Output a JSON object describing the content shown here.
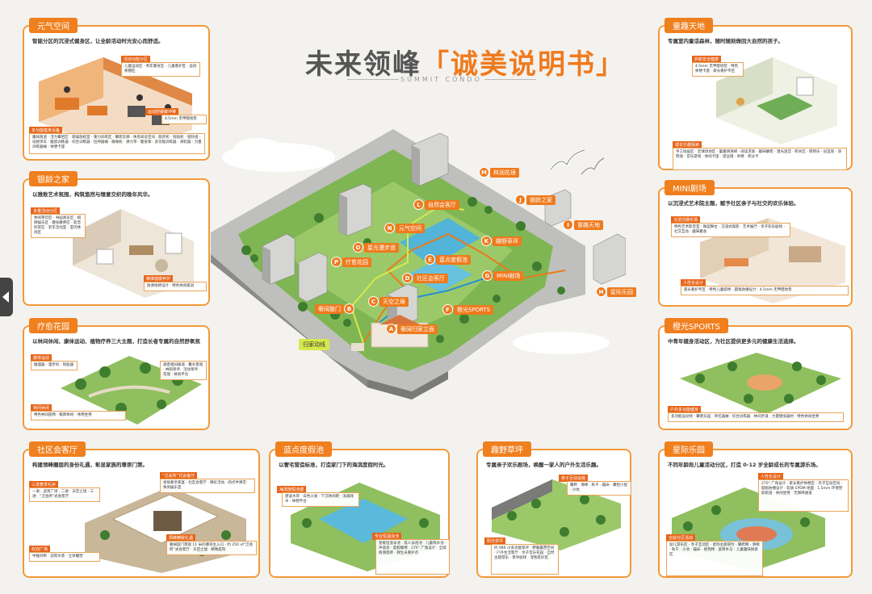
{
  "title": {
    "main": "未来领峰",
    "accent": "「诚美说明书」",
    "sub": "SUMMIT CONDO"
  },
  "panels": {
    "yuanqi": {
      "tag": "元气空间",
      "desc": "智能分区的沉浸式健身区，让全龄活动时光安心而舒适。",
      "labels": [
        "活动功能分区",
        "运动舒缓缓冲带",
        "多功能健身设备"
      ],
      "boxes": [
        "儿童运动区 · 青年健身区 · 儿童看护区 · 运动休憩区",
        "4.5mm 无甲醛地垫",
        "趣味跑道 · 活力攀岩区 · 瑜伽放松室 · 重力训练区 · 攀爬云梯 · 休息阅览空间 · 跑步机 · 划船机 · 哑铃组 · 动感单车 · 腹肌训练器 · 综合训练器 · 拉伸器械 · 跳绳机 · 弹力带 · 健身球 · 多功能训练器 · 滑轮器 · 力量训练器械 · 休憩卡座"
      ]
    },
    "yinling": {
      "tag": "银龄之家",
      "desc": "以雅致艺术氛围，构筑悠然与惬意交织的晚年风华。",
      "labels": [
        "多重活动分区",
        "精准健康养护"
      ],
      "boxes": [
        "休闲茶饮区 · 书画阅览区 · 棋牌娱乐区 · 健身康养区 · 影音欣赏区 · 老年活动室 · 室内休闲区",
        "防滑地砖设计 · 特色休闲家具"
      ]
    },
    "liaoyu": {
      "tag": "疗愈花园",
      "desc": "以林间休闲、康体运动、植物疗养三大主题，打造长者专属的自然舒氧氛围。",
      "labels": [
        "康体运动",
        "林间休闲"
      ],
      "boxes": [
        "推理器 · 漫步机 · 划船器",
        "疏密相间廊道 · 叠水景观 · 林荫草坪 · 活动草坪 · 花境 · 休闲平台",
        "特色林间座椅 · 棋牌休闲 · 休憩坐凳"
      ]
    },
    "shequ": {
      "tag": "社区会客厅",
      "desc": "构建领峰圈层的身份礼遇，彰显家族的尊崇门第。",
      "labels": [
        "三进奢享礼序",
        "“泛会所”式会客厅",
        "欢迎广场",
        "领峰精致礼遇"
      ],
      "boxes": [
        "一进：迎宾广场 · 二进：天空之境 · 三进：“泛会所”式会客厅",
        "星级奢享家宴 · 社区会客厅 · 精彩活动 · 四点半课堂 · 休闲娱乐室",
        "中轴对称 · 迎宾水景 · 立体雕塑",
        "奢阔旋门景观 11 米的尊崇主入口 · 约 250 ㎡“泛会所”式会客厅 · 天空之境 · 精致庭院"
      ]
    },
    "landian": {
      "tag": "蓝点度假池",
      "desc": "以奢宅营造标准，打造家门下的海滨度假时光。",
      "labels": [
        "海滨度假池塘",
        "专业恒温泳池"
      ],
      "boxes": [
        "碧波水岸 · 白色沙滩 · 下沉休闲吧 · 浅滩戏水 · 休憩平台",
        "星级恒温泳池 · 成人泳道池 · 儿童戏水池 · 冲浪池 · 度假躺椅 · 270° 广角设计 · 全域防滑瓷砖 · 救生员看护点"
      ]
    },
    "quye": {
      "tag": "趣野草坪",
      "desc": "专属亲子欢乐剧场，唤醒一家人的户外生活乐趣。",
      "labels": [
        "亲子互动设施",
        "阳光草坪"
      ],
      "boxes": [
        "攀爬 · 滑梯 · 秋千 · 蹦床 · 攀岩小屋 · 沙坑",
        "约 980 ㎡多功能草坪 · 野餐露营空间 · 户外生活客厅 · 亲子音乐花园 · 自然主题游乐 · 草坪剧场 · 宠物友好区"
      ]
    },
    "tongqu": {
      "tag": "童趣天地",
      "desc": "专属室内童话森林，随时随刻做回大自然的孩子。",
      "labels": [
        "护航安全健康",
        "成长乐趣探索"
      ],
      "boxes": [
        "4.5mm 无甲醛地垫 · 特色休憩卡座 · 家长看护专区",
        "手工绘画区 · 足球场地区 · 童趣滑滑梯 · 阅读求索 · 趣味攀爬 · 激光迷宫 · 积木区 · 转转乐 · 投篮筐 · 涂鸦墙 · 音乐游戏 · 休闲卡座 · 望远镜 · 吊椅 · 积分卡"
      ]
    },
    "mini": {
      "tag": "MINI剧场",
      "desc": "以沉浸式艺术院主题，赋予社区亲子与社交的欢乐体验。",
      "labels": [
        "沉浸式娱乐场",
        "人性化设计"
      ],
      "boxes": [
        "特色艺术影音室 · 微型舞台 · 沉浸式观影 · 艺术展厅 · 亲子欢乐剧场 · 社交互动 · 趣味聚会",
        "家长看护专区 · 特色儿童座椅 · 圆角防撞设计 · 4.5mm 无甲醛地垫"
      ]
    },
    "chengguang": {
      "tag": "橙光SPORTS",
      "desc": "中青年健身活动区，为社区提供更多元的健康生活选择。",
      "labels": [
        "户外多功能健身"
      ],
      "boxes": [
        "多功能运动场 · 攀爬乐园 · 单杠器械 · 综合训练器 · 林间步道 · 力量健身器材 · 特色休闲坐凳"
      ]
    },
    "xingji": {
      "tag": "星际乐园",
      "desc": "不同年龄段儿童活动分区，打造 0-12 岁全龄成长的专属游乐场。",
      "labels": [
        "人性化设计",
        "全龄分区活动"
      ],
      "boxes": [
        "270° 广角设计 · 家长看护休憩区 · 亲子互动空间 · 圆角防撞设计 · 软质 EPDM 地面 · 1.5mm 环保塑胶跑道 · 休闲坐凳 · 无障碍通道",
        "幼儿游乐区 · 亲子互动区 · 星际主题冒险 · 攀爬网 · 滑梯 · 秋千 · 沙池 · 蹦床 · 摇摇椅 · 旋转木马 · 儿童趣味探索区"
      ]
    }
  },
  "map_pins": [
    {
      "id": "M",
      "name": "林润花境"
    },
    {
      "id": "L",
      "name": "自然会客厅"
    },
    {
      "id": "J",
      "name": "银龄之家"
    },
    {
      "id": "N",
      "name": "元气空间"
    },
    {
      "id": "K",
      "name": "趣野草坪"
    },
    {
      "id": "I",
      "name": "童趣天地"
    },
    {
      "id": "O",
      "name": "星光漫步道"
    },
    {
      "id": "E",
      "name": "蓝点度假池"
    },
    {
      "id": "P",
      "name": "疗愈花园"
    },
    {
      "id": "D",
      "name": "社区会客厅"
    },
    {
      "id": "G",
      "name": "MINI剧场"
    },
    {
      "id": "H",
      "name": "星际乐园"
    },
    {
      "id": "C",
      "name": "天空之境"
    },
    {
      "id": "B",
      "name": "奢阔旋门"
    },
    {
      "id": "F",
      "name": "橙光SPORTS"
    },
    {
      "id": "A",
      "name": "奢阔归家立面"
    }
  ],
  "route_label": "归家动线",
  "colors": {
    "accent": "#ef7a1d",
    "border": "#f29a3a",
    "road": "#8e8f8f",
    "green": "#6da24a"
  }
}
